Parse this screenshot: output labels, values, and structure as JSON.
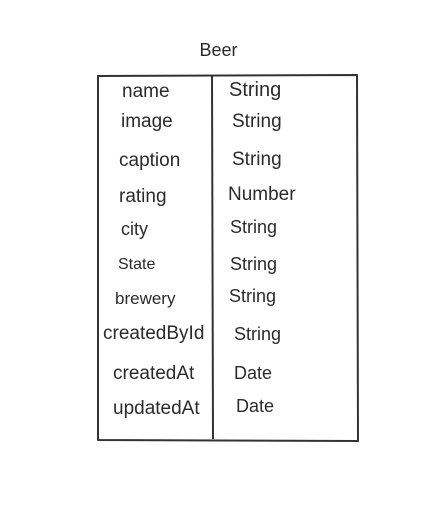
{
  "entity": {
    "title": "Beer",
    "fields": [
      {
        "name": "name",
        "type": "String"
      },
      {
        "name": "image",
        "type": "String"
      },
      {
        "name": "caption",
        "type": "String"
      },
      {
        "name": "rating",
        "type": "Number"
      },
      {
        "name": "city",
        "type": "String"
      },
      {
        "name": "State",
        "type": "String"
      },
      {
        "name": "brewery",
        "type": "String"
      },
      {
        "name": "createdById",
        "type": "String"
      },
      {
        "name": "createdAt",
        "type": "Date"
      },
      {
        "name": "updatedAt",
        "type": "Date"
      }
    ]
  }
}
